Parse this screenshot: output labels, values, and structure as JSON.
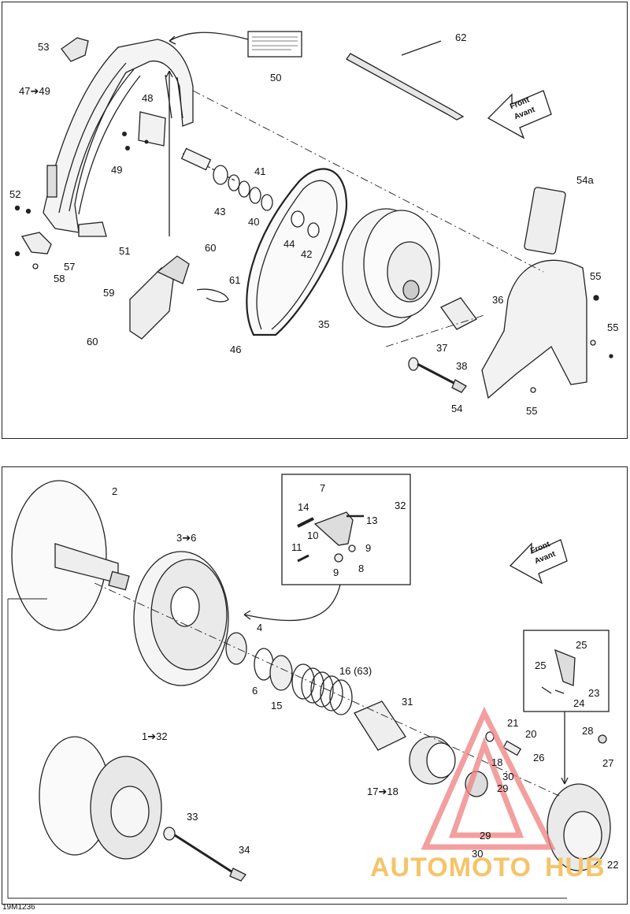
{
  "diagram": {
    "reference_code": "19M1236",
    "front_marker": {
      "line1": "Front",
      "line2": "Avant"
    },
    "watermark": {
      "word1": "AUTOMOTO",
      "word2": "HUB",
      "color_primary": "#f07070",
      "color_secondary": "#f5c46a"
    },
    "top_callouts": [
      {
        "id": "53",
        "text": "53"
      },
      {
        "id": "47-49",
        "text": "47➔49"
      },
      {
        "id": "48",
        "text": "48"
      },
      {
        "id": "49",
        "text": "49"
      },
      {
        "id": "50",
        "text": "50"
      },
      {
        "id": "62",
        "text": "62"
      },
      {
        "id": "52",
        "text": "52"
      },
      {
        "id": "51",
        "text": "51"
      },
      {
        "id": "57",
        "text": "57"
      },
      {
        "id": "58",
        "text": "58"
      },
      {
        "id": "41",
        "text": "41"
      },
      {
        "id": "43",
        "text": "43"
      },
      {
        "id": "40",
        "text": "40"
      },
      {
        "id": "44",
        "text": "44"
      },
      {
        "id": "42",
        "text": "42"
      },
      {
        "id": "60a",
        "text": "60"
      },
      {
        "id": "61",
        "text": "61"
      },
      {
        "id": "59",
        "text": "59"
      },
      {
        "id": "60b",
        "text": "60"
      },
      {
        "id": "46",
        "text": "46"
      },
      {
        "id": "35",
        "text": "35"
      },
      {
        "id": "36",
        "text": "36"
      },
      {
        "id": "37",
        "text": "37"
      },
      {
        "id": "38",
        "text": "38"
      },
      {
        "id": "54",
        "text": "54"
      },
      {
        "id": "54a",
        "text": "54a"
      },
      {
        "id": "55a",
        "text": "55"
      },
      {
        "id": "55b",
        "text": "55"
      },
      {
        "id": "55c",
        "text": "55"
      }
    ],
    "bottom_callouts": [
      {
        "id": "2",
        "text": "2"
      },
      {
        "id": "3-6",
        "text": "3➔6"
      },
      {
        "id": "7",
        "text": "7"
      },
      {
        "id": "32a",
        "text": "32"
      },
      {
        "id": "14",
        "text": "14"
      },
      {
        "id": "13",
        "text": "13"
      },
      {
        "id": "10",
        "text": "10"
      },
      {
        "id": "11",
        "text": "11"
      },
      {
        "id": "9a",
        "text": "9"
      },
      {
        "id": "9b",
        "text": "9"
      },
      {
        "id": "8",
        "text": "8"
      },
      {
        "id": "4",
        "text": "4"
      },
      {
        "id": "6",
        "text": "6"
      },
      {
        "id": "15",
        "text": "15"
      },
      {
        "id": "16",
        "text": "16 (63)"
      },
      {
        "id": "31",
        "text": "31"
      },
      {
        "id": "25a",
        "text": "25"
      },
      {
        "id": "25b",
        "text": "25"
      },
      {
        "id": "24",
        "text": "24"
      },
      {
        "id": "23",
        "text": "23"
      },
      {
        "id": "1-32",
        "text": "1➔32"
      },
      {
        "id": "21",
        "text": "21"
      },
      {
        "id": "20",
        "text": "20"
      },
      {
        "id": "18",
        "text": "18"
      },
      {
        "id": "26",
        "text": "26"
      },
      {
        "id": "28",
        "text": "28"
      },
      {
        "id": "27",
        "text": "27"
      },
      {
        "id": "17-18",
        "text": "17➔18"
      },
      {
        "id": "30a",
        "text": "30"
      },
      {
        "id": "29a",
        "text": "29"
      },
      {
        "id": "33",
        "text": "33"
      },
      {
        "id": "34",
        "text": "34"
      },
      {
        "id": "29b",
        "text": "29"
      },
      {
        "id": "30b",
        "text": "30"
      },
      {
        "id": "22",
        "text": "22"
      }
    ]
  }
}
